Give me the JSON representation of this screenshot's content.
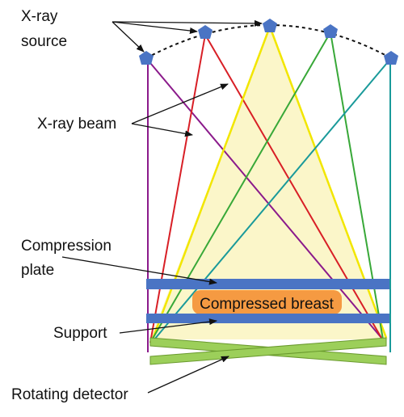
{
  "labels": {
    "xray_source_line1": "X-ray",
    "xray_source_line2": "source",
    "xray_beam": "X-ray beam",
    "compression_line1": "Compression",
    "compression_line2": "plate",
    "compressed_breast": "Compressed breast",
    "support": "Support",
    "rotating_detector": "Rotating detector"
  },
  "colors": {
    "source": "#4a74c4",
    "beam_purple": "#8b1a8b",
    "beam_red": "#d81f26",
    "beam_yellow": "#f2e600",
    "beam_green": "#38a838",
    "beam_teal": "#1a9a9a",
    "cone_fill": "#fbf6c9",
    "plate": "#4a74c4",
    "breast": "#f59a42",
    "detector": "#9ccf5a",
    "detector_edge": "#6a9a2e",
    "arrow": "#111111"
  }
}
